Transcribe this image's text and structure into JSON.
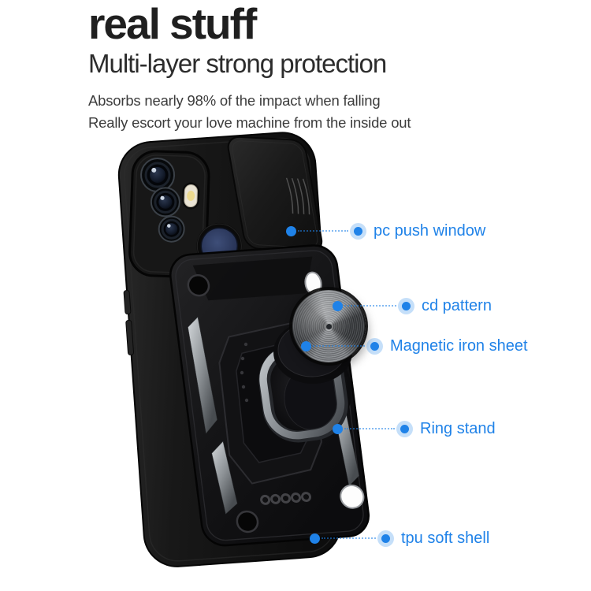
{
  "colors": {
    "accent_blue": "#1f82e8",
    "background": "#ffffff",
    "title_text": "#1f1f1f",
    "subtitle_text": "#2c2c2c",
    "body_text": "#3c3c3c",
    "case_black": "#141414"
  },
  "header": {
    "title": "real stuff",
    "subtitle": "Multi-layer strong protection",
    "description": [
      "Absorbs nearly 98% of the impact when falling",
      "Really escort your love machine from the inside out"
    ]
  },
  "callouts": [
    {
      "label": "pc push window"
    },
    {
      "label": "cd pattern"
    },
    {
      "label": "Magnetic iron sheet"
    },
    {
      "label": "Ring stand"
    },
    {
      "label": "tpu soft shell"
    }
  ]
}
